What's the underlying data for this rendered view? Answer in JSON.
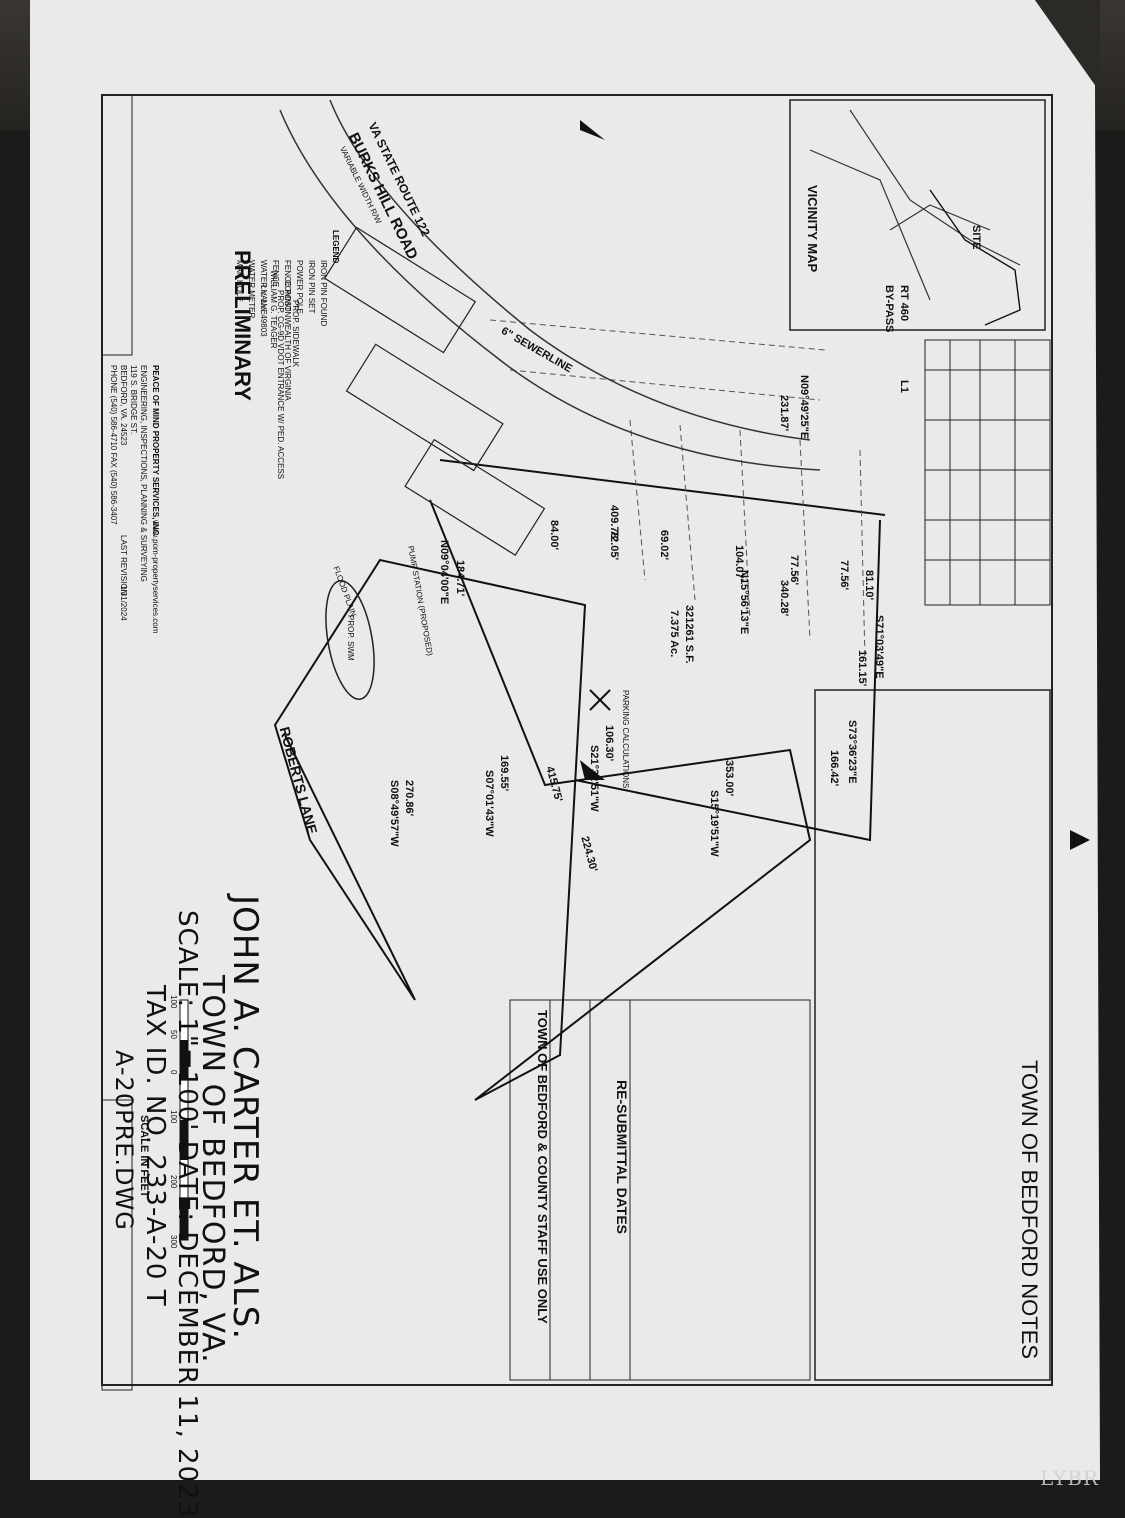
{
  "title_block": {
    "project": "JOHN A. CARTER ET. ALS.",
    "location": "TOWN OF BEDFORD, VA.",
    "scale_date": "SCALE: 1\"=100' DATE: DECEMBER 11, 2023",
    "tax_id": "TAX ID. NO. 233-A-20 T",
    "drawing": "A-20PRE.DWG",
    "scale_label": "SCALE IN FEET",
    "scale_ticks": [
      "100",
      "50",
      "0",
      "100",
      "200",
      "300"
    ]
  },
  "notes": {
    "heading": "TOWN OF BEDFORD NOTES",
    "resubmittal": "RE-SUBMITTAL DATES",
    "staff_use": "TOWN OF BEDFORD & COUNTY STAFF USE ONLY"
  },
  "vicinity": {
    "heading": "VICINITY MAP",
    "site": "SITE",
    "route": "RT 460",
    "bypass": "BY-PASS"
  },
  "road": {
    "route": "VA STATE ROUTE 122",
    "name": "BURKS HILL ROAD",
    "row": "VARIABLE WIDTH R/W",
    "lane": "ROBERTS LANE"
  },
  "stamp": {
    "word": "PRELIMINARY",
    "commonwealth": "COMMONWEALTH OF VIRGINIA",
    "engineer": "WILLIAM G. TEAGER",
    "license": "Lic. No. 49803"
  },
  "labels": {
    "sewer": "6\" SEWERLINE",
    "pump": "PUMP STATION (PROPOSED)",
    "flood": "FLOOD PLAIN",
    "swm": "PROP. SWM",
    "area": "321261 S.F.",
    "acres": "7.375 Ac.",
    "sidewalk": "PROP. SIDEWALK",
    "entrance": "PROP. CG-9D VDOT ENTRANCE W/ PED. ACCESS",
    "parking": "PARKING CALCULATIONS:"
  },
  "bearings": [
    "N09°49'25\"E",
    "231.87'",
    "N09°04'00\"E",
    "184.71'",
    "84.00'",
    "72.05'",
    "69.02'",
    "409.78'",
    "104.07'",
    "77.56'",
    "77.56'",
    "N15°56'13\"E",
    "340.28'",
    "81.10'",
    "S71°03'49\"E",
    "161.15'",
    "S73°36'23\"E",
    "166.42'",
    "106.30'",
    "S21°32'51\"W",
    "353.00'",
    "S15°19'51\"W",
    "169.55'",
    "S07°01'43\"W",
    "270.86'",
    "S08°49'57\"W",
    "415.75'",
    "224.30'",
    "L1"
  ],
  "company": {
    "name": "PEACE OF MIND PROPERTY SERVICES, INC",
    "services": "ENGINEERING, INSPECTIONS, PLANNING & SURVEYING",
    "street": "119 S. BRIDGE ST.",
    "city": "BEDFORD, VA. 24523",
    "phone": "PHONE (540) 586-4710 FAX (540) 586-3407",
    "web": "www.pom-propertyservices.com",
    "revision": "LAST REVISION",
    "revision_date": "1/31/2024"
  },
  "legend": {
    "heading": "LEGEND",
    "items": [
      "IRON PIN FOUND",
      "IRON PIN SET",
      "POWER POLE",
      "FENCE POST",
      "FENCE",
      "WATER VALVE",
      "WATER METER",
      "MAN HOLE"
    ]
  },
  "watermark": "LYBR"
}
